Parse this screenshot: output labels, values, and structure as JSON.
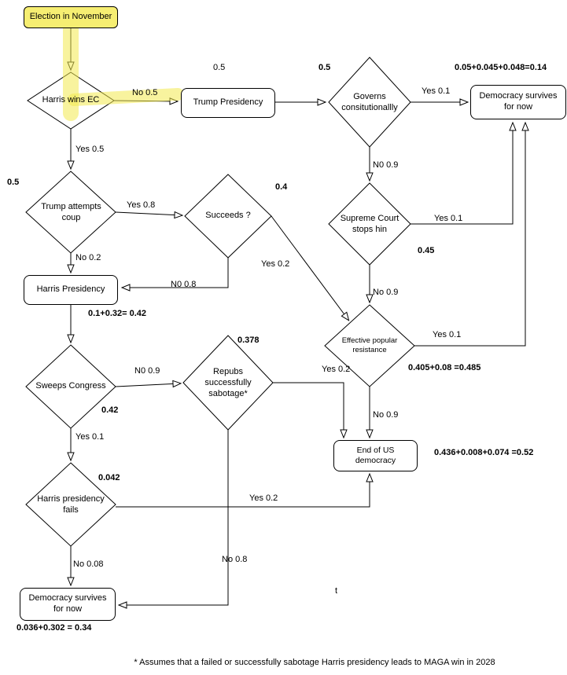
{
  "nodes": {
    "election": "Election in November",
    "harris_wins_ec": "Harris wins EC",
    "trump_presidency": "Trump Presidency",
    "governs": "Governs consitutionallly",
    "democracy_top": "Democracy survives for now",
    "supreme_court": "Supreme Court stops hin",
    "effective_resistance": "Effective popular resistance",
    "end_democracy": "End of US democracy",
    "trump_coup": "Trump attempts coup",
    "succeeds": "Succeeds ?",
    "harris_presidency": "Harris Presidency",
    "sweeps_congress": "Sweeps Congress",
    "repubs_sabotage": "Repubs successfully sabotage*",
    "harris_fails": "Harris presidency fails",
    "democracy_bottom": "Democracy survives for now"
  },
  "edge_labels": {
    "harris_no": "No 0.5",
    "harris_yes": "Yes 0.5",
    "governs_yes": "Yes 0.1",
    "governs_no": "N0 0.9",
    "supreme_yes": "Yes 0.1",
    "supreme_no": "No 0.9",
    "effective_yes": "Yes 0.1",
    "effective_no": "No 0.9",
    "coup_yes": "Yes 0.8",
    "coup_no": "No 0.2",
    "succeeds_no": "N0 0.8",
    "succeeds_yes": "Yes 0.2",
    "sweeps_no": "N0 0.9",
    "sweeps_yes": "Yes 0.1",
    "repubs_yes": "Yes 0.2",
    "repubs_no": "No 0.8",
    "fails_yes": "Yes 0.2",
    "fails_no": "No 0.08"
  },
  "probabilities": {
    "trump_presidency": "0.5",
    "governs": "0.5",
    "trump_coup": "0.5",
    "succeeds": "0.4",
    "supreme_court": "0.45",
    "repubs_sabotage": "0.378",
    "sweeps_congress": "0.42",
    "harris_fails": "0.042"
  },
  "sums": {
    "democracy_top": "0.05+0.045+0.048=0.14",
    "harris_presidency": "0.1+0.32= 0.42",
    "effective_resistance": "0.405+0.08 =0.485",
    "end_democracy": "0.436+0.008+0.074 =0.52",
    "democracy_bottom": "0.036+0.302 = 0.34"
  },
  "misc": {
    "t": "t",
    "footnote": "* Assumes that a failed or successfully sabotage Harris presidency leads to MAGA win in 2028"
  },
  "colors": {
    "highlight": "#f2e94e",
    "line": "#000000",
    "node_fill": "#ffffff"
  }
}
